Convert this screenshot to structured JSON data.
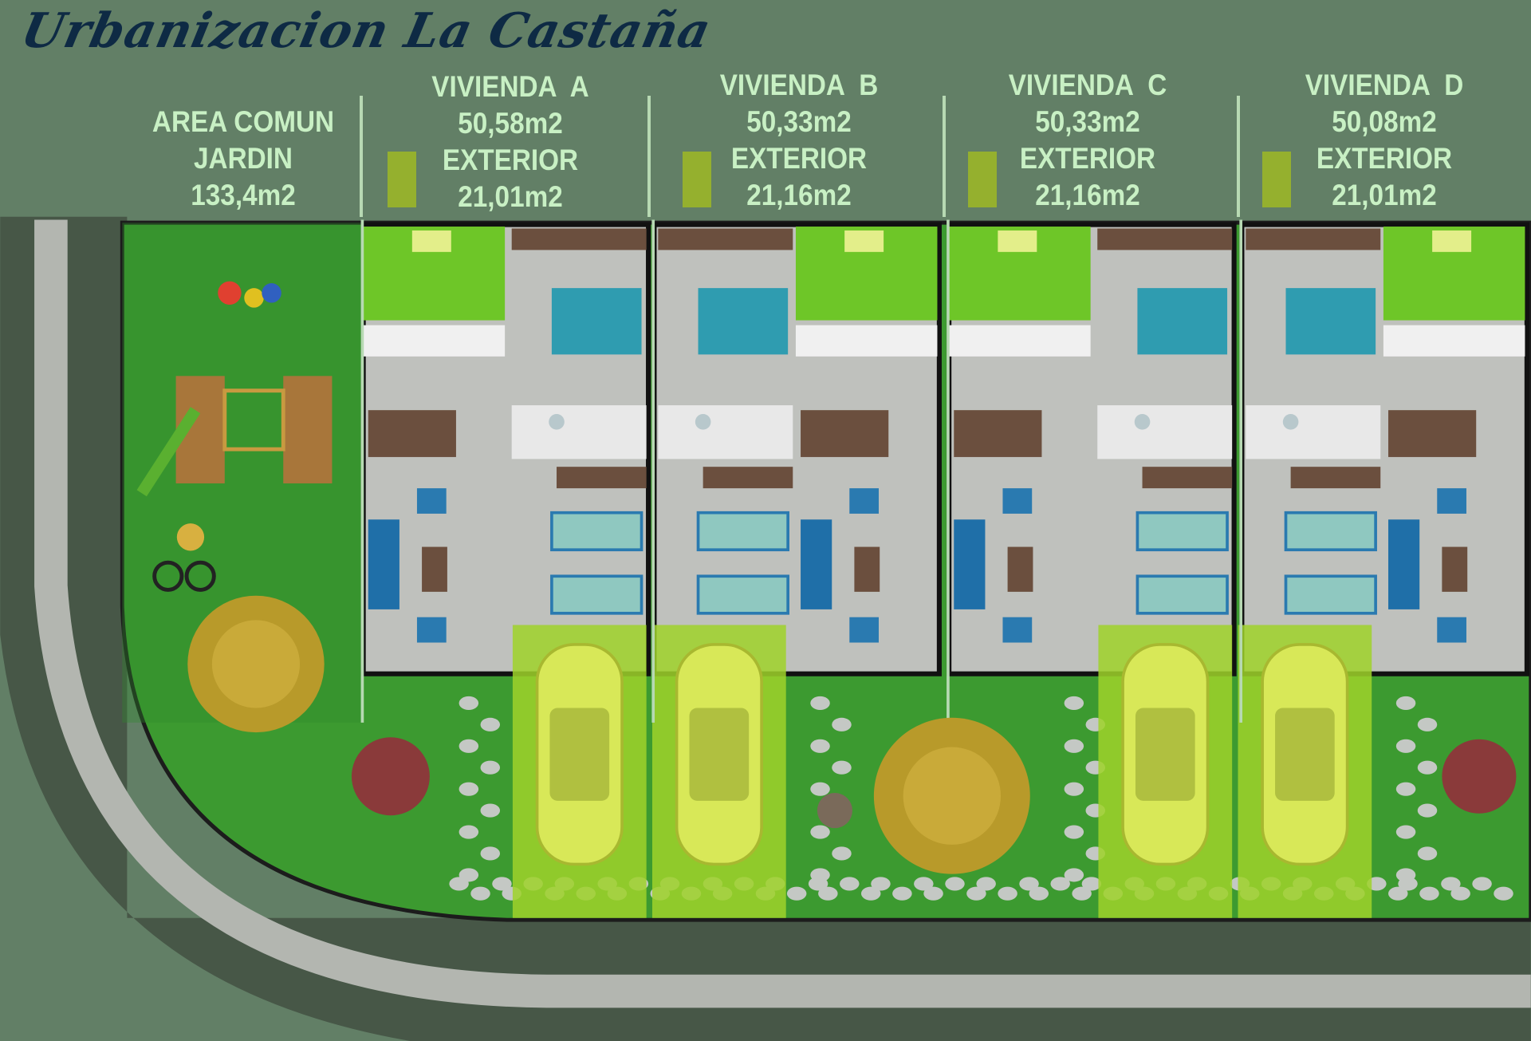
{
  "title": "Urbanizacion La Castaña",
  "common_area": {
    "label1": "AREA COMUN",
    "label2": "JARDIN",
    "area": "133,4m2"
  },
  "units": [
    {
      "name": "VIVIENDA  A",
      "area": "50,58m2",
      "exterior_label": "EXTERIOR",
      "exterior_area": "21,01m2"
    },
    {
      "name": "VIVIENDA  B",
      "area": "50,33m2",
      "exterior_label": "EXTERIOR",
      "exterior_area": "21,16m2"
    },
    {
      "name": "VIVIENDA  C",
      "area": "50,33m2",
      "exterior_label": "EXTERIOR",
      "exterior_area": "21,16m2"
    },
    {
      "name": "VIVIENDA  D",
      "area": "50,08m2",
      "exterior_label": "EXTERIOR",
      "exterior_area": "21,01m2"
    }
  ],
  "colors": {
    "background": "#627f66",
    "title": "#0e2a44",
    "header_text": "#c8f0c4",
    "exterior_swatch": "#95b02e",
    "grass": "#3c9a30",
    "road": "#4a5a4a"
  }
}
